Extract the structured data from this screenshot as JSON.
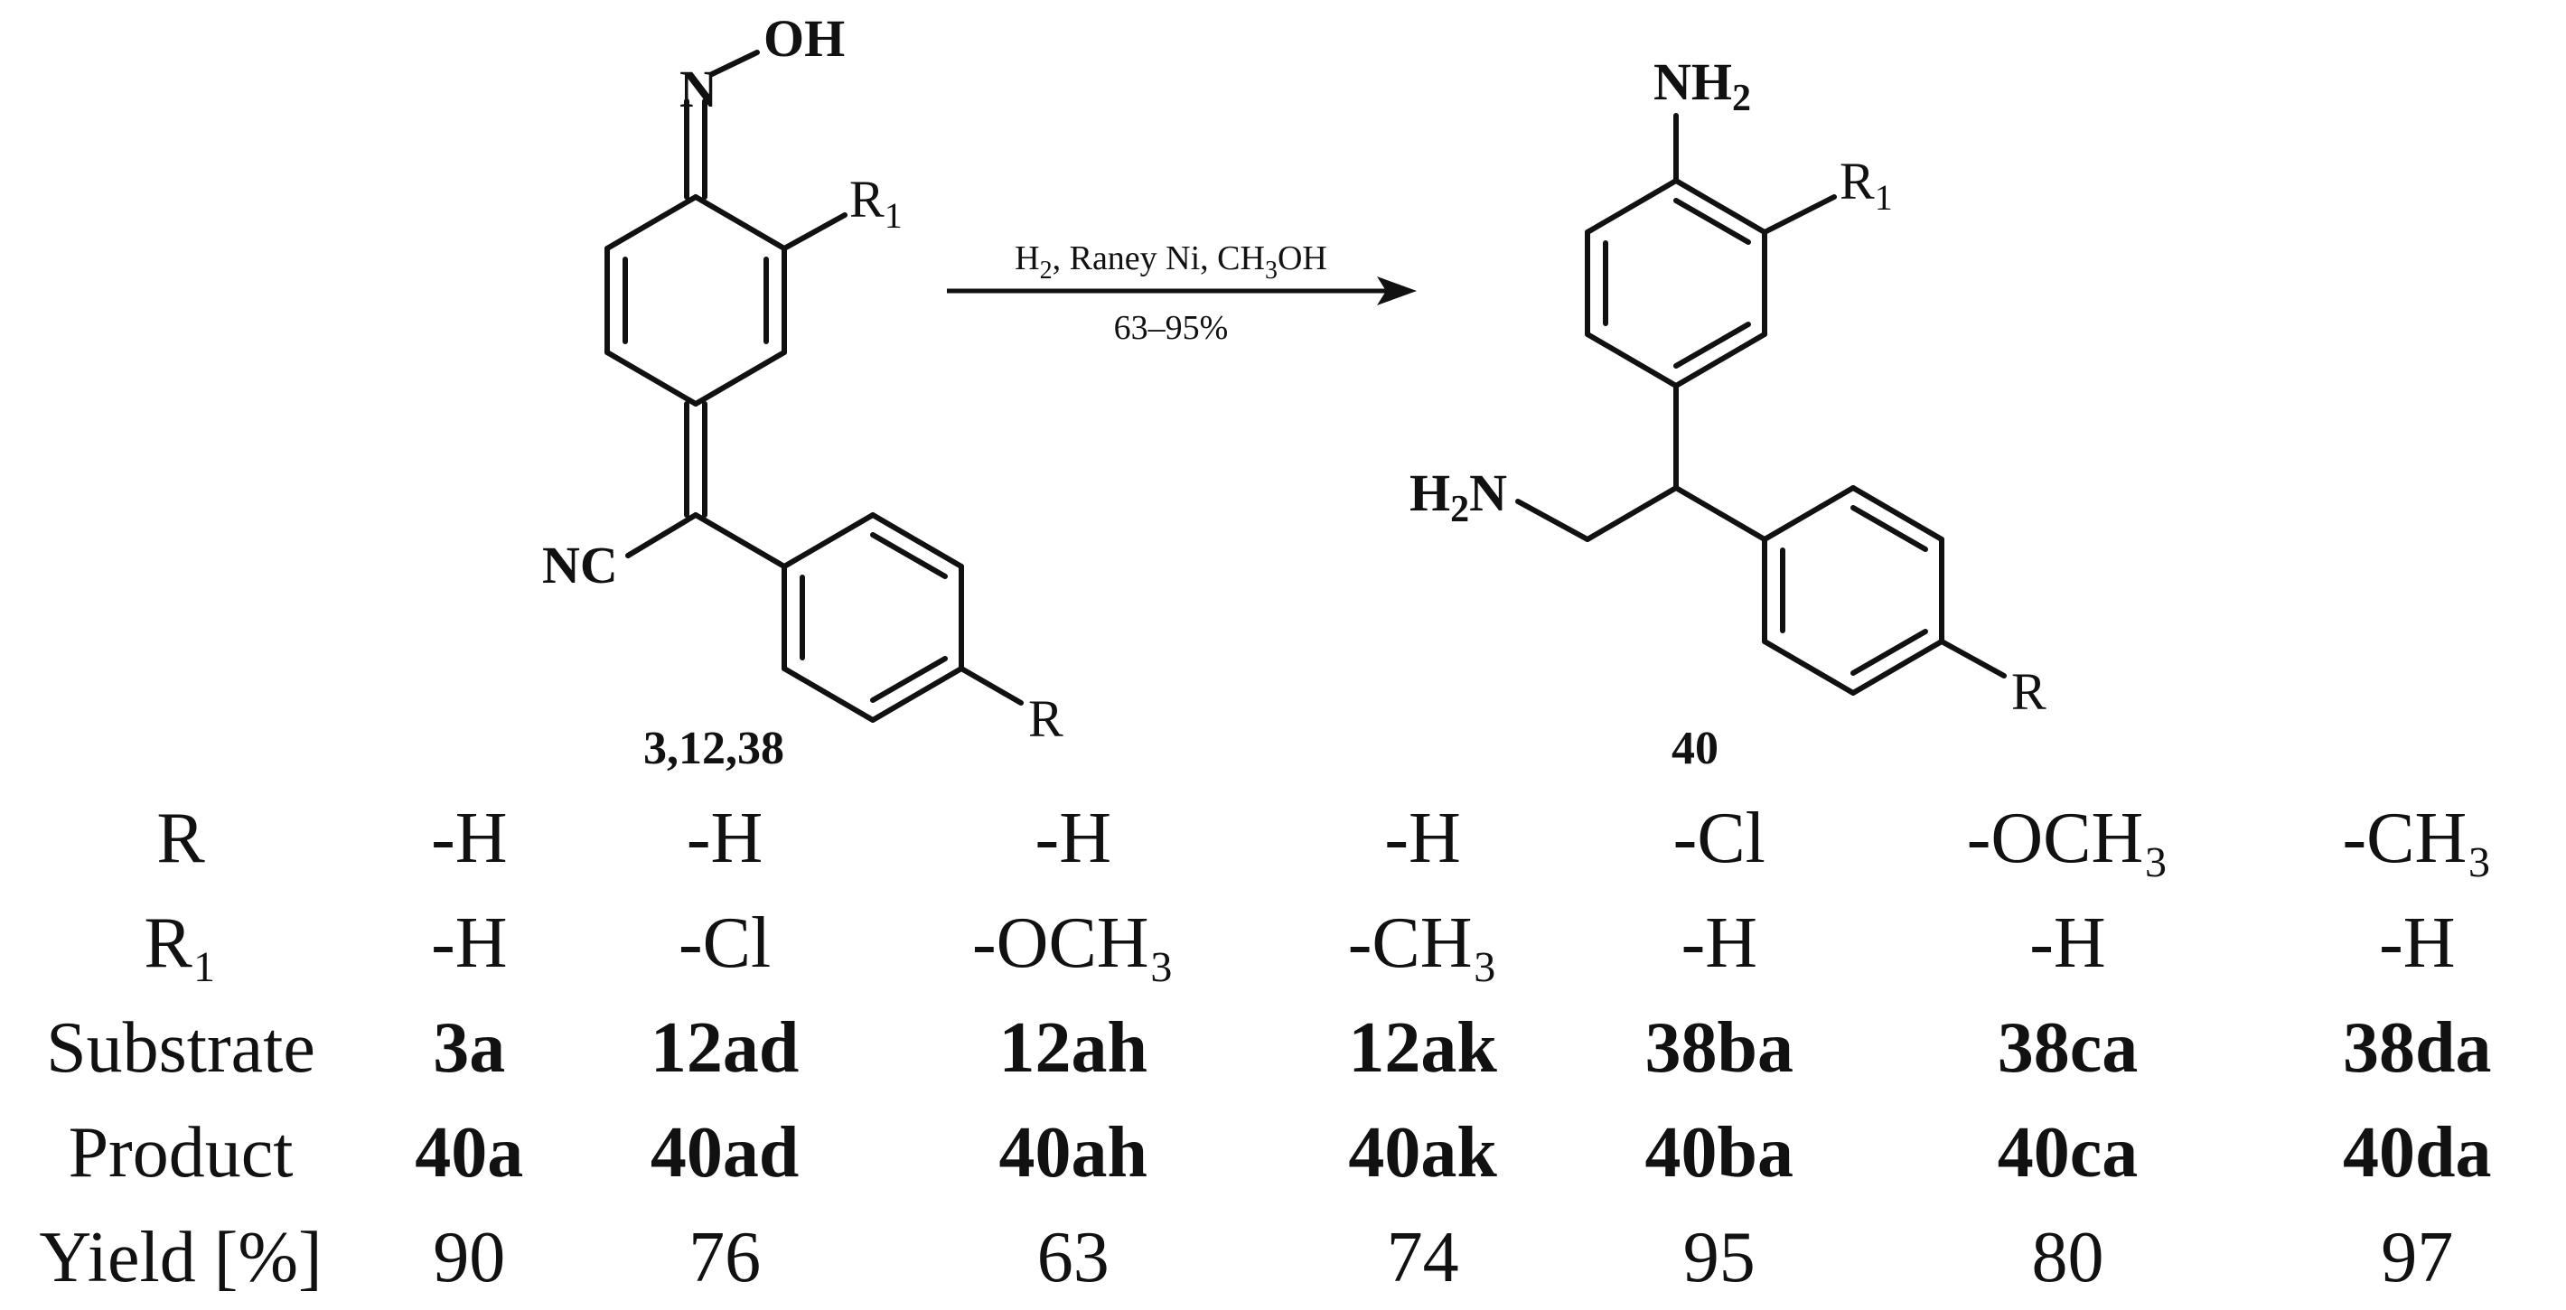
{
  "reactant": {
    "atoms": {
      "oh": "OH",
      "n": "N",
      "r1": "R",
      "r1_sub": "1",
      "nc": "NC",
      "r": "R"
    },
    "label": "3,12,38"
  },
  "conditions": {
    "line1_a": "H",
    "line1_a_sub": "2",
    "line1_b": ", Raney Ni, CH",
    "line1_b_sub": "3",
    "line1_c": "OH",
    "line2": "63–95%"
  },
  "product": {
    "atoms": {
      "nh2": "NH",
      "nh2_sub": "2",
      "h2n_h": "H",
      "h2n_sub": "2",
      "h2n_n": "N",
      "r1": "R",
      "r1_sub": "1",
      "r": "R"
    },
    "label": "40"
  },
  "table": {
    "rows": [
      {
        "header": "R",
        "bold": false,
        "cells": [
          "-H",
          "-H",
          "-H",
          "-H",
          "-Cl",
          "-OCH₃",
          "-CH₃"
        ]
      },
      {
        "header": "R₁",
        "bold": false,
        "cells": [
          "-H",
          "-Cl",
          "-OCH₃",
          "-CH₃",
          "-H",
          "-H",
          "-H"
        ]
      },
      {
        "header": "Substrate",
        "bold": true,
        "cells": [
          "3a",
          "12ad",
          "12ah",
          "12ak",
          "38ba",
          "38ca",
          "38da"
        ]
      },
      {
        "header": "Product",
        "bold": true,
        "cells": [
          "40a",
          "40ad",
          "40ah",
          "40ak",
          "40ba",
          "40ca",
          "40da"
        ]
      },
      {
        "header": "Yield [%]",
        "bold": false,
        "cells": [
          "90",
          "76",
          "63",
          "74",
          "95",
          "80",
          "97"
        ]
      }
    ]
  }
}
